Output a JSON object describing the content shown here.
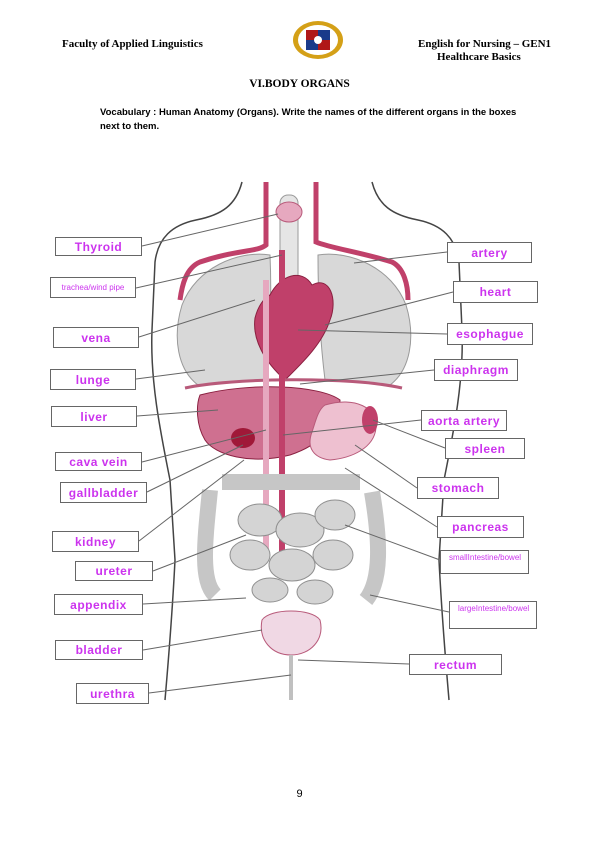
{
  "header": {
    "left": "Faculty of Applied Linguistics",
    "right_line1": "English for Nursing – GEN1",
    "right_line2": "Healthcare Basics"
  },
  "section_title": "VI.BODY ORGANS",
  "instruction": "Vocabulary : Human Anatomy (Organs). Write the names of the different organs in the boxes next to them.",
  "labels": {
    "thyroid": "Thyroid",
    "trachea": "trachea/wind pipe",
    "vena": "vena",
    "lunge": "lunge",
    "liver": "liver",
    "cava_vein": "cava vein",
    "gallbladder": "gallbladder",
    "kidney": "kidney",
    "ureter": "ureter",
    "appendix": "appendix",
    "bladder": "bladder",
    "urethra": "urethra",
    "artery": "artery",
    "heart": "heart",
    "esophague": "esophague",
    "diaphragm": "diaphragm",
    "aorta_artery": "aorta artery",
    "spleen": "spleen",
    "stomach": "stomach",
    "pancreas": "pancreas",
    "small_intestine_1": "small",
    "small_intestine_2": "Intestine/bowel",
    "large_intestine_1": "large",
    "large_intestine_2": "Intestine/bowel",
    "rectum": "rectum"
  },
  "page_number": "9",
  "colors": {
    "label_text": "#cc33ee",
    "organ": "#c0406a",
    "organ_light": "#e6a8bf",
    "body_gray": "#d2d2d2"
  }
}
